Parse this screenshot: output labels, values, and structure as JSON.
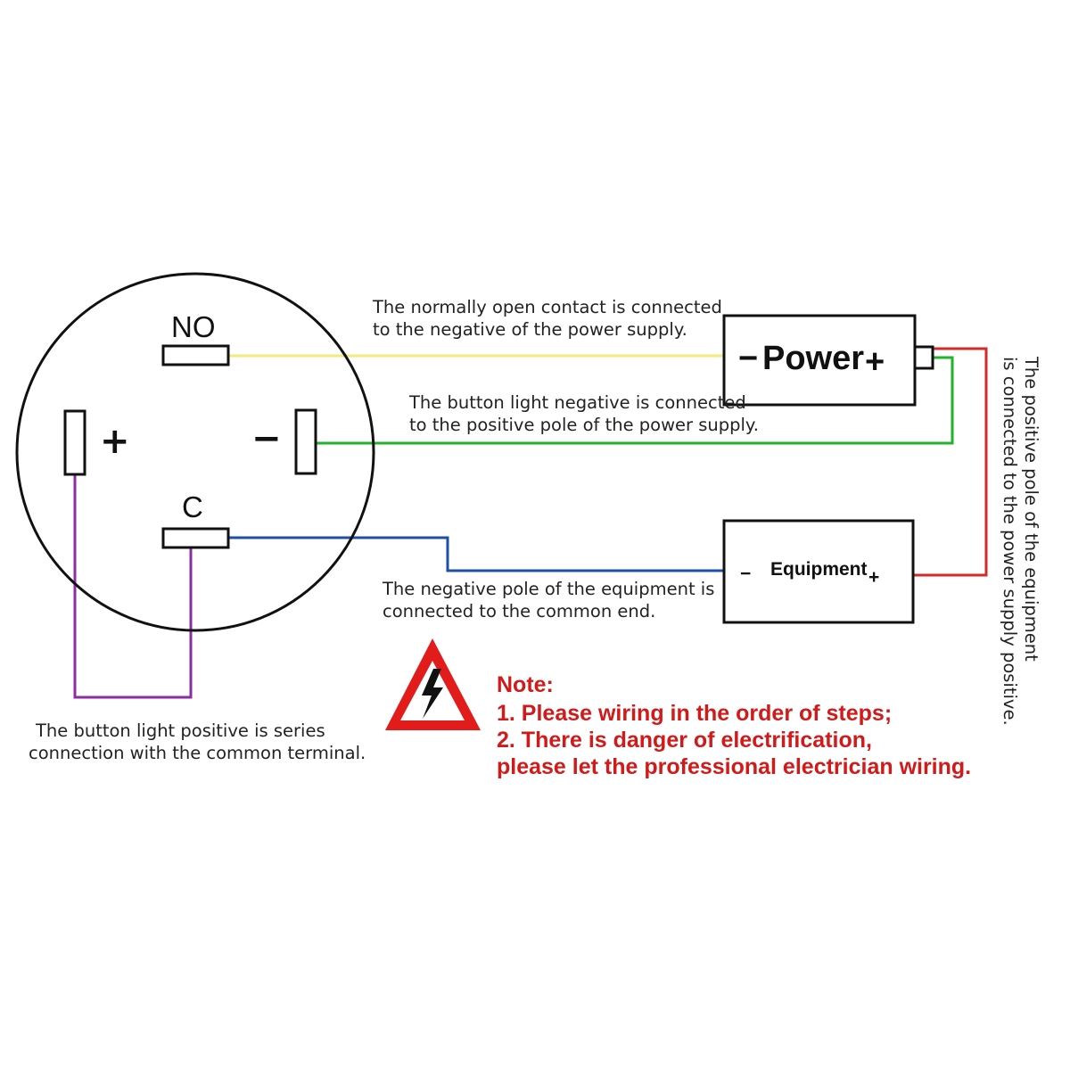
{
  "switch": {
    "terminals": {
      "no_label": "NO",
      "c_label": "C",
      "plus_label": "+",
      "minus_label": "−"
    }
  },
  "power_box": {
    "minus": "−",
    "label": "Power",
    "plus": "+"
  },
  "equipment_box": {
    "minus": "−",
    "label": "Equipment",
    "plus": "+"
  },
  "annotations": {
    "no_line1": "The normally open contact is connected",
    "no_line2": "to the negative of the power supply.",
    "light_neg_line1": "The button light negative is connected",
    "light_neg_line2": "to the positive pole of the power supply.",
    "equip_neg_line1": "The negative pole of the equipment is",
    "equip_neg_line2": "connected to the common end.",
    "light_pos_line1": "The button light positive is series",
    "light_pos_line2": "connection with the common terminal.",
    "vertical_line1": "The positive pole of the equipment",
    "vertical_line2": "is connected to the power supply positive."
  },
  "note": {
    "title": "Note:",
    "line1": "1. Please wiring in the order of steps;",
    "line2": "2. There is danger of electrification,",
    "line3": "please let the professional electrician wiring."
  },
  "warning_icon": "high-voltage-triangle",
  "colors": {
    "wire_no": "#f2ea7a",
    "wire_light_negative": "#22b32a",
    "wire_common": "#1f4fa8",
    "wire_light_positive": "#8b2fa0",
    "wire_positive": "#d42a2a",
    "note_text": "#d11a1a",
    "warning": "#e21b1b"
  }
}
